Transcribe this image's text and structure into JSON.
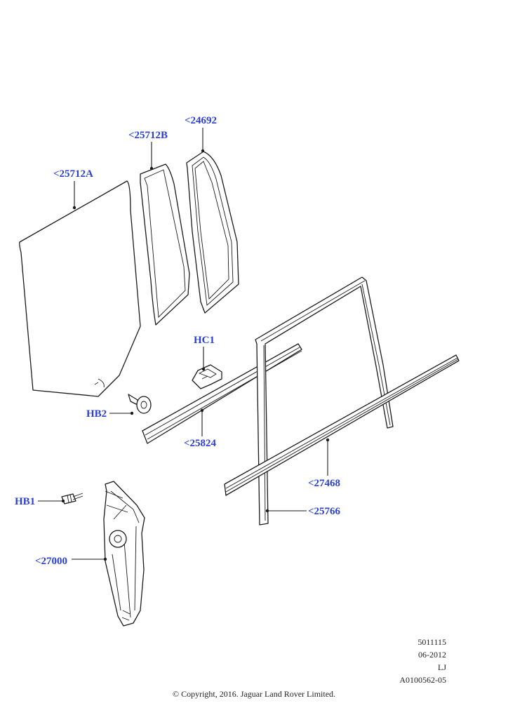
{
  "callouts": {
    "c25712A": "<25712A",
    "c25712B": "<25712B",
    "c24692": "<24692",
    "cHC1": "HC1",
    "cHB2": "HB2",
    "c25824": "<25824",
    "c27468": "<27468",
    "c25766": "<25766",
    "cHB1": "HB1",
    "c27000": "<27000"
  },
  "info": {
    "line1": "5011115",
    "line2": "06-2012",
    "line3": "LJ",
    "line4": "A0100562-05"
  },
  "copyright": "© Copyright, 2016. Jaguar Land Rover Limited.",
  "colors": {
    "callout": "#2a3fd6",
    "line": "#1a1a1a"
  }
}
